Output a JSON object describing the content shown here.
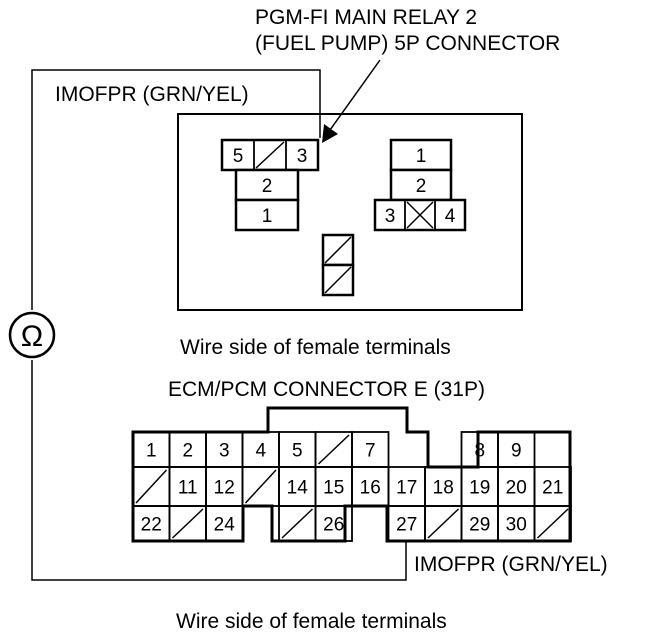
{
  "labels": {
    "relay_line1": "PGM-FI MAIN RELAY 2",
    "relay_line2": "(FUEL PUMP) 5P CONNECTOR",
    "wire_top": "IMOFPR (GRN/YEL)",
    "wire_side_top": "Wire side of female terminals",
    "ecm_title": "ECM/PCM CONNECTOR E (31P)",
    "wire_bottom": "IMOFPR (GRN/YEL)",
    "wire_side_bottom": "Wire side of female terminals"
  },
  "meter_symbol": "Ω",
  "relay_left_pins": {
    "p5": "5",
    "p3": "3",
    "p2": "2",
    "p1": "1"
  },
  "relay_right_pins": {
    "p1": "1",
    "p2": "2",
    "p3": "3",
    "p4": "4"
  },
  "ecm_pins": {
    "row1": [
      "1",
      "2",
      "3",
      "4",
      "5",
      "",
      "7",
      "8",
      "9"
    ],
    "row2": [
      "",
      "11",
      "12",
      "",
      "14",
      "15",
      "16",
      "17",
      "18",
      "19",
      "20",
      "21"
    ],
    "row3": [
      "22",
      "",
      "24",
      "",
      "26",
      "27",
      "",
      "29",
      "30",
      ""
    ]
  }
}
